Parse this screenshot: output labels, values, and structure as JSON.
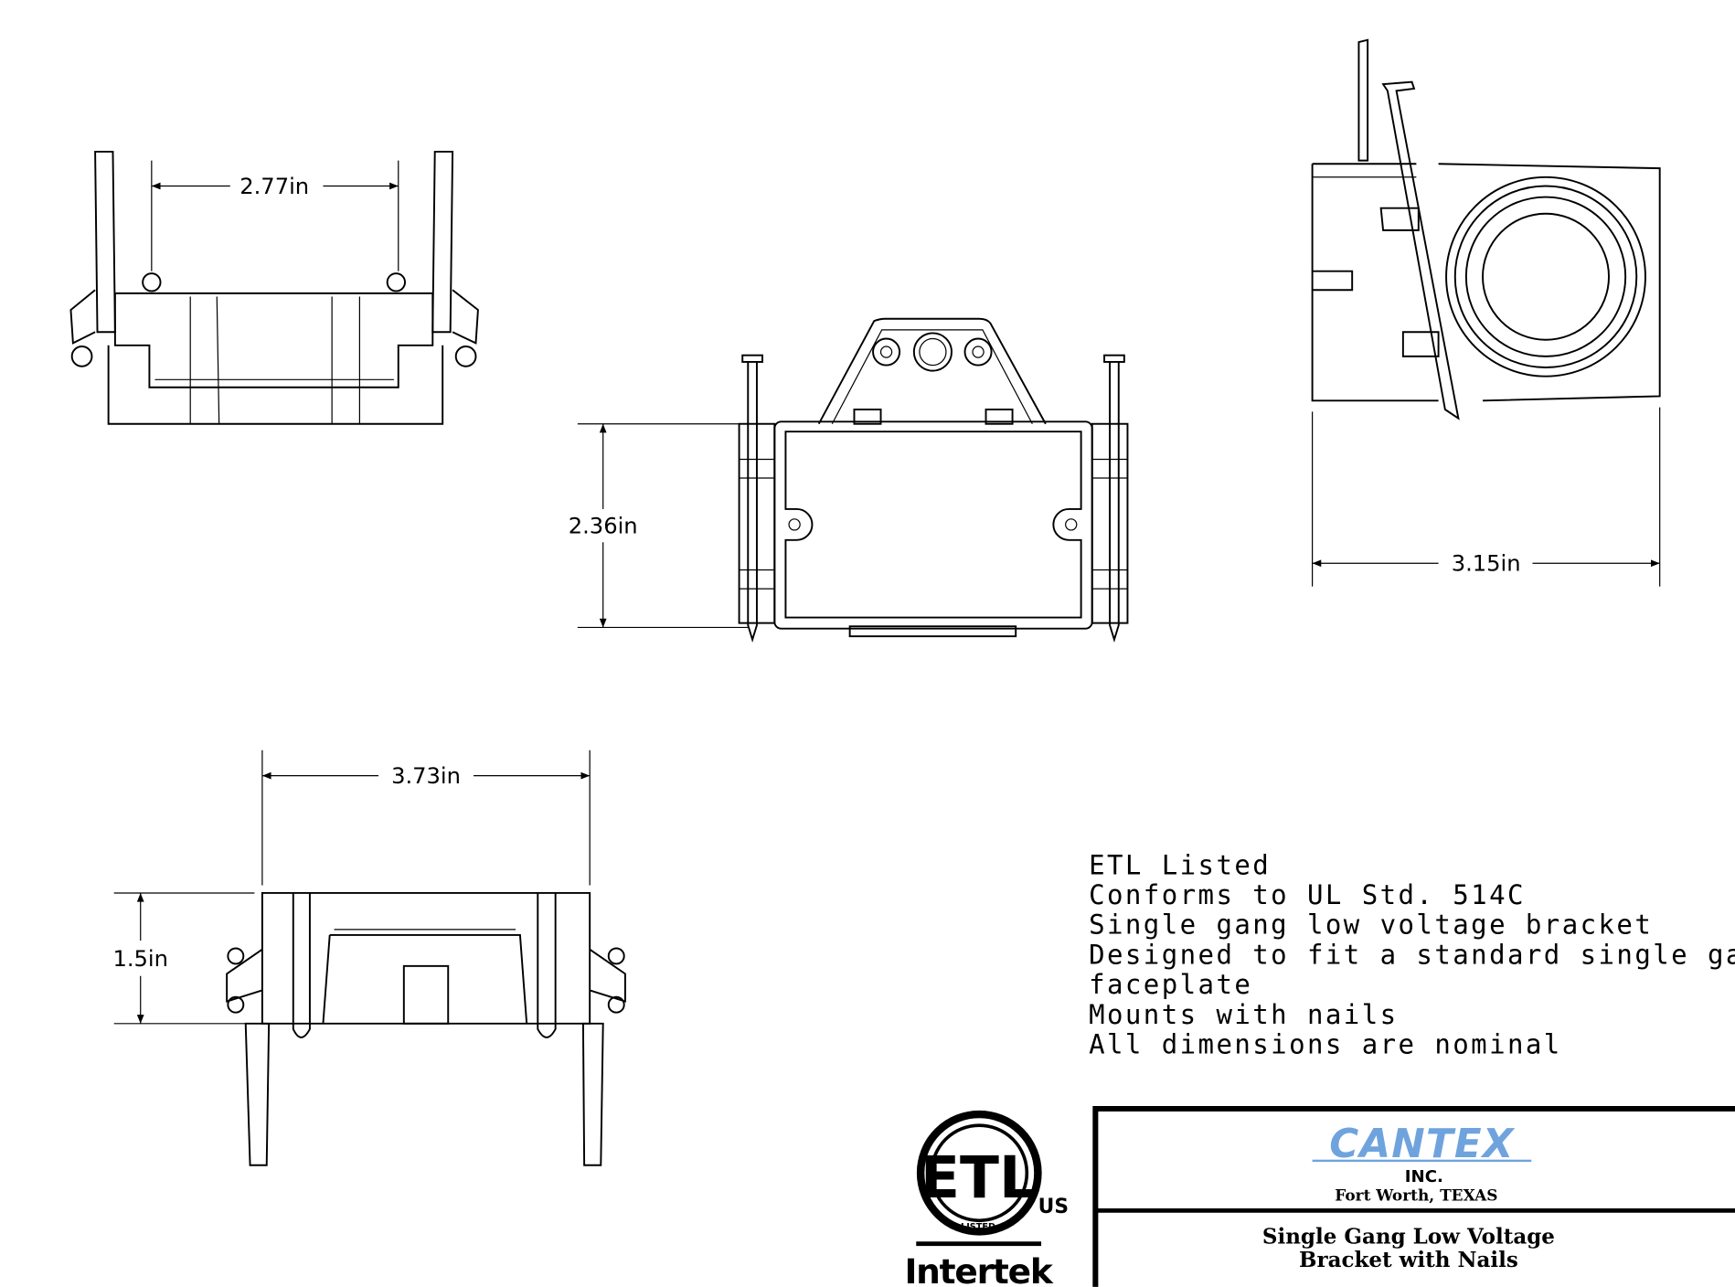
{
  "dimensions": {
    "front_width": "2.77in",
    "top_height": "2.36in",
    "side_depth": "3.15in",
    "bottom_width": "3.73in",
    "bottom_height": "1.5in"
  },
  "notes": [
    "ETL Listed",
    "Conforms to UL Std. 514C",
    "Single gang low voltage bracket",
    "Designed to fit a standard single gang",
    "faceplate",
    "Mounts with nails",
    "All dimensions are nominal"
  ],
  "certification": {
    "mark": "ETL",
    "listed": "LISTED",
    "region": "US",
    "company": "Intertek"
  },
  "title_block": {
    "company": "CANTEX",
    "company_suffix": "INC.",
    "location": "Fort Worth, TEXAS",
    "title_line1": "Single Gang Low Voltage",
    "title_line2": "Bracket with Nails",
    "brand_color": "#6fa3dd"
  }
}
